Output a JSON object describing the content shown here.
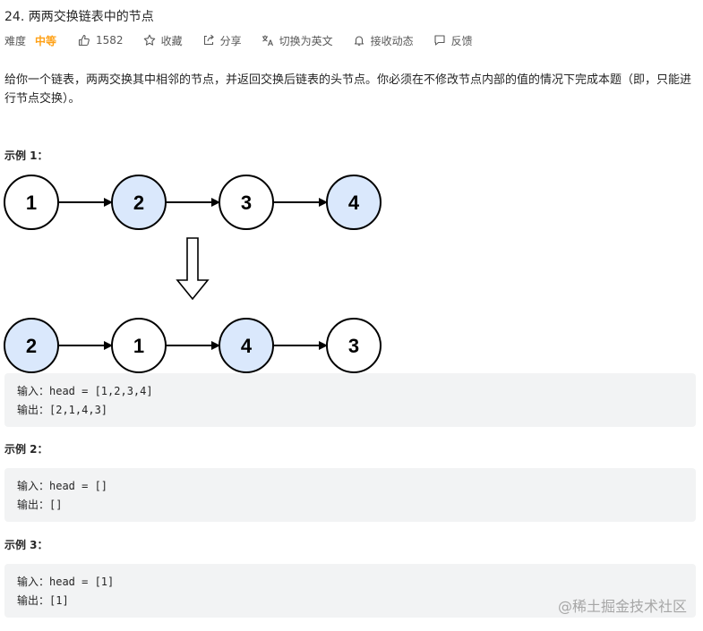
{
  "problem": {
    "title": "24. 两两交换链表中的节点",
    "difficulty_label": "难度",
    "difficulty_value": "中等",
    "likes": "1582",
    "favorite_label": "收藏",
    "share_label": "分享",
    "switch_lang_label": "切换为英文",
    "notify_label": "接收动态",
    "feedback_label": "反馈",
    "description": "给你一个链表，两两交换其中相邻的节点，并返回交换后链表的头节点。你必须在不修改节点内部的值的情况下完成本题（即，只能进行节点交换）。"
  },
  "colors": {
    "accent_difficulty": "#ffa116",
    "node_highlight": "#dae8fc",
    "node_plain": "#ffffff",
    "code_bg": "#f2f3f4"
  },
  "examples": [
    {
      "title": "示例 1：",
      "lines": [
        "输入：head = [1,2,3,4]",
        "输出：[2,1,4,3]"
      ],
      "diagram": {
        "before": [
          {
            "label": "1",
            "highlight": false
          },
          {
            "label": "2",
            "highlight": true
          },
          {
            "label": "3",
            "highlight": false
          },
          {
            "label": "4",
            "highlight": true
          }
        ],
        "after": [
          {
            "label": "2",
            "highlight": true
          },
          {
            "label": "1",
            "highlight": false
          },
          {
            "label": "4",
            "highlight": true
          },
          {
            "label": "3",
            "highlight": false
          }
        ]
      }
    },
    {
      "title": "示例 2：",
      "lines": [
        "输入：head = []",
        "输出：[]"
      ]
    },
    {
      "title": "示例 3：",
      "lines": [
        "输入：head = [1]",
        "输出：[1]"
      ]
    }
  ],
  "watermark": "@稀土掘金技术社区"
}
